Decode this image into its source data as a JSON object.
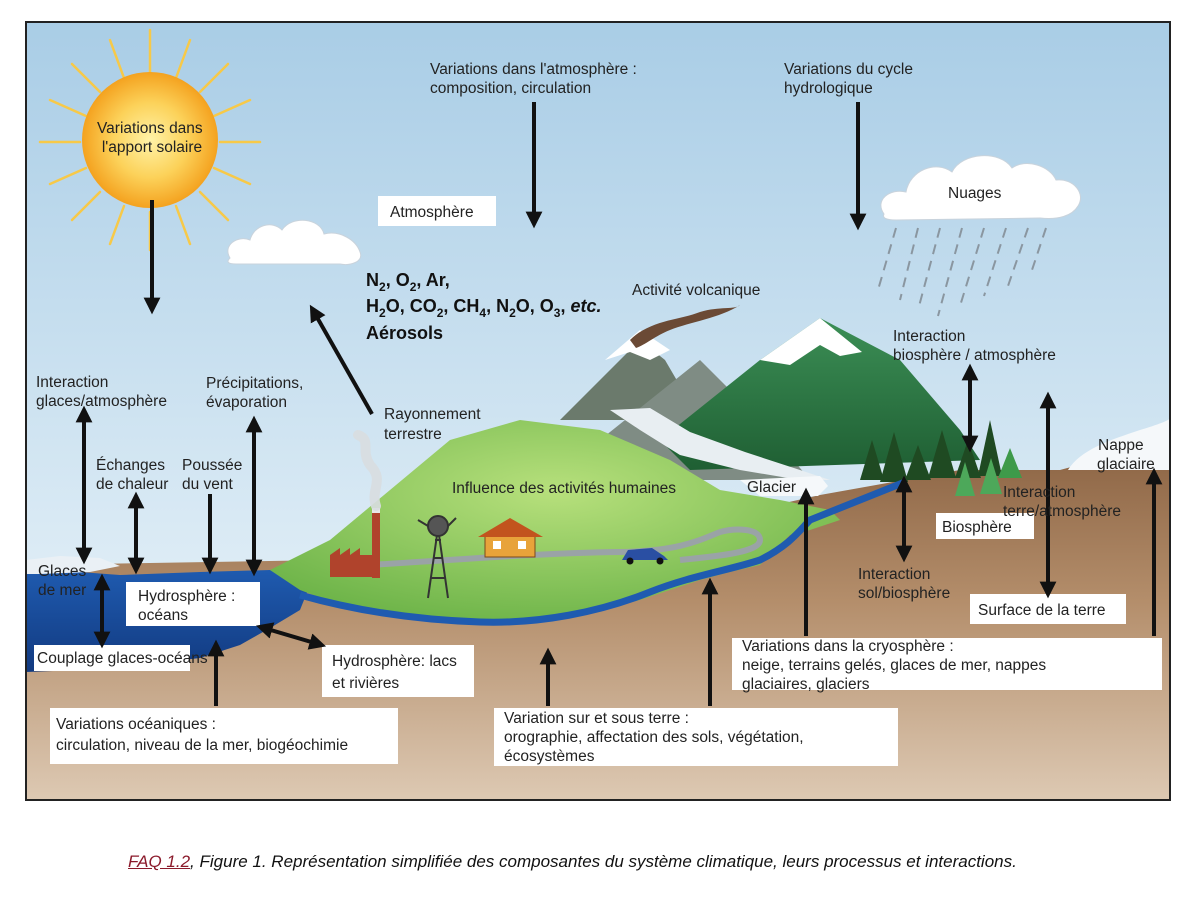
{
  "colors": {
    "sky_top": "#a9cde6",
    "sky_bottom": "#eef6fb",
    "ground": "#b08b68",
    "ocean": "#1d4fa0",
    "land_green": "#8ccb5e",
    "mountain_green": "#2e7d46",
    "sun": "#f7b733",
    "frame": "#222222"
  },
  "labels": {
    "sun": [
      "Variations dans",
      "l'apport solaire"
    ],
    "atm_variations": [
      "Variations dans l'atmosphère :",
      "composition, circulation"
    ],
    "hydro_variations": [
      "Variations du cycle",
      "hydrologique"
    ],
    "atmosphere_box": "Atmosphère",
    "nuages": "Nuages",
    "gases_line1": [
      "N",
      "2",
      ", O",
      "2",
      ",  Ar,"
    ],
    "gases_line2": [
      "H",
      "2",
      "O, CO",
      "2",
      ", CH",
      "4",
      ", N",
      "2",
      "O, O",
      "3",
      ", ",
      "etc."
    ],
    "aerosols": "Aérosols",
    "volcanic": "Activité volcanique",
    "rayonnement": [
      "Rayonnement",
      "terrestre"
    ],
    "interaction_bio_atm": [
      "Interaction",
      "biosphère / atmosphère"
    ],
    "interaction_glaces": [
      "Interaction",
      "glaces/atmosphère"
    ],
    "precipitations": [
      "Précipitations,",
      "évaporation"
    ],
    "echanges": [
      "Échanges",
      "de chaleur"
    ],
    "poussee": [
      "Poussée",
      "du vent"
    ],
    "human_influence": "Influence des activités humaines",
    "glacier": "Glacier",
    "nappe": [
      "Nappe",
      "glaciaire"
    ],
    "interaction_terre_atm": [
      "Interaction",
      "terre/atmosphère"
    ],
    "biosphere": "Biosphère",
    "glaces_de_mer": [
      "Glaces",
      "de mer"
    ],
    "hydrosphere_oceans": [
      "Hydrosphère :",
      "océans"
    ],
    "couplage": "Couplage glaces-océans",
    "hydro_lacs": [
      "Hydrosphère: lacs",
      "et rivières"
    ],
    "interaction_sol": [
      "Interaction",
      "sol/biosphère"
    ],
    "surface_terre": "Surface de la terre",
    "cryosphere": [
      "Variations dans la cryosphère :",
      "neige, terrains gelés, glaces de mer,  nappes",
      "glaciaires, glaciers"
    ],
    "oceaniques": [
      "Variations océaniques :",
      "circulation, niveau de la mer, biogéochimie"
    ],
    "sur_sous_terre": [
      "Variation sur et sous terre :",
      "orographie, affectation des sols, végétation,",
      "écosystèmes"
    ]
  },
  "caption": {
    "ref": "FAQ 1.2",
    "text": ", Figure 1. Représentation simplifiée des composantes du système climatique, leurs processus et interactions."
  }
}
